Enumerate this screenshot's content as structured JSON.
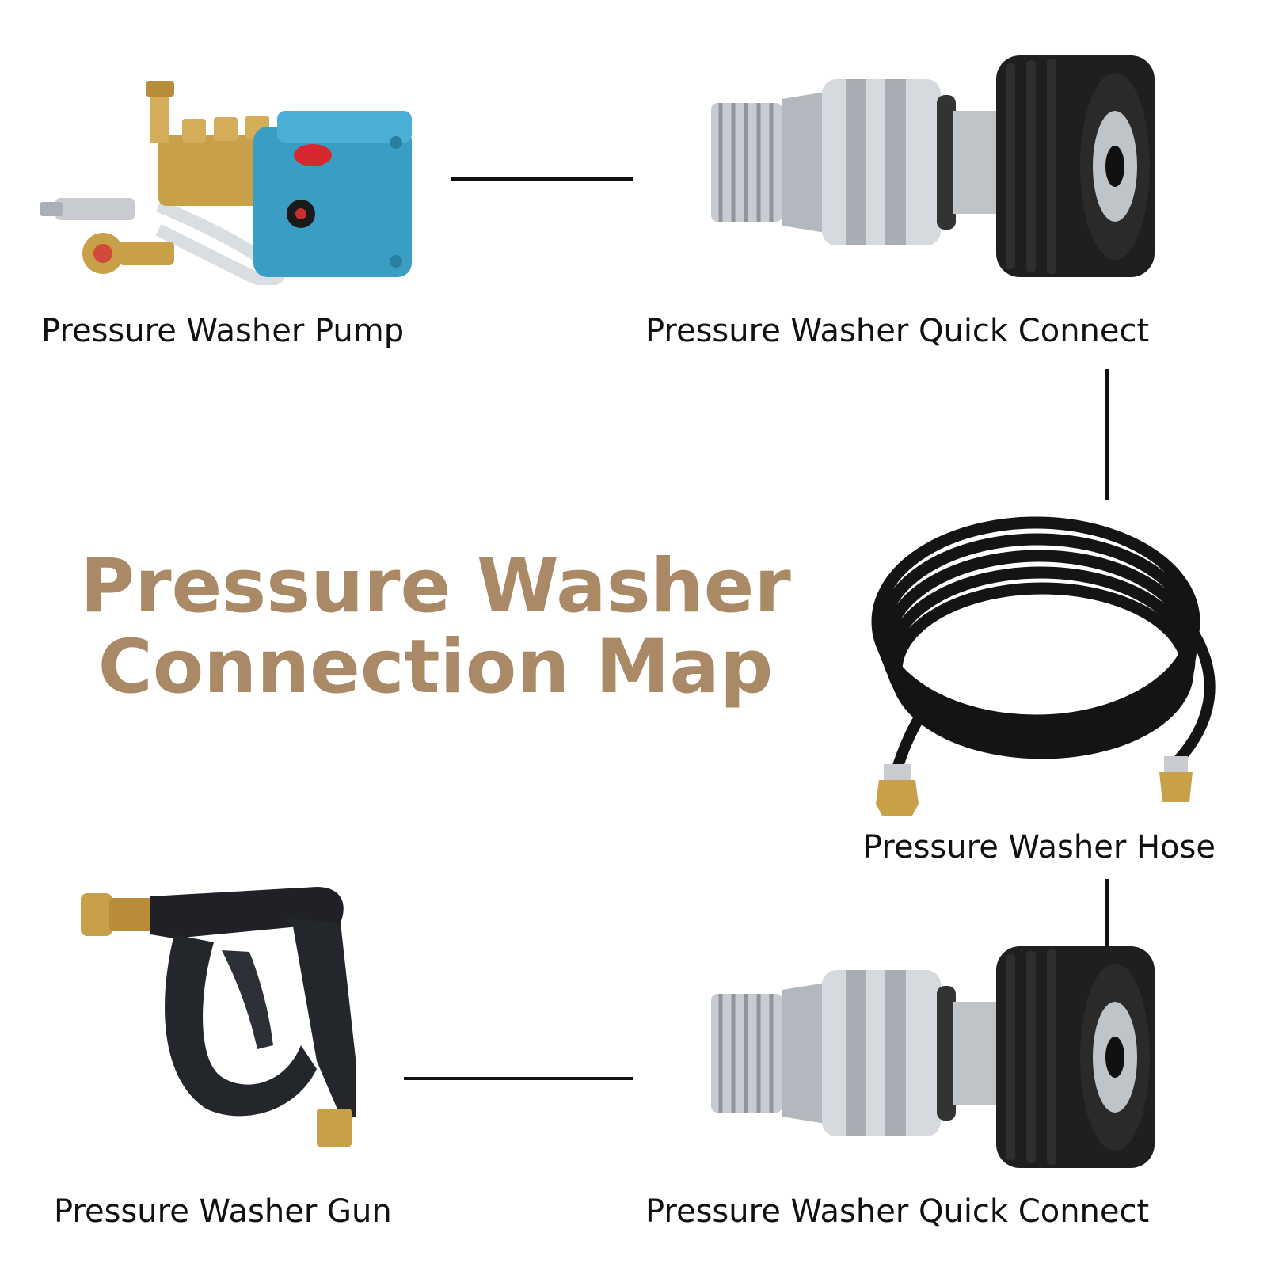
{
  "title": {
    "line1": "Pressure Washer",
    "line2": "Connection Map",
    "color": "#aa8a66"
  },
  "components": [
    {
      "id": "pump",
      "label": "Pressure Washer Pump",
      "icon": "pump-icon"
    },
    {
      "id": "quick-connect-top",
      "label": "Pressure Washer Quick Connect",
      "icon": "quick-connect-icon"
    },
    {
      "id": "hose",
      "label": "Pressure Washer Hose",
      "icon": "hose-icon"
    },
    {
      "id": "quick-connect-bottom",
      "label": "Pressure Washer Quick Connect",
      "icon": "quick-connect-icon"
    },
    {
      "id": "gun",
      "label": "Pressure Washer Gun",
      "icon": "spray-gun-icon"
    }
  ],
  "connections": [
    {
      "from": "pump",
      "to": "quick-connect-top"
    },
    {
      "from": "quick-connect-top",
      "to": "hose"
    },
    {
      "from": "hose",
      "to": "quick-connect-bottom"
    },
    {
      "from": "quick-connect-bottom",
      "to": "gun"
    }
  ],
  "colors": {
    "pump_body": "#3a9ec4",
    "brass": "#c9a04a",
    "steel": "#c8ccd0",
    "rubber": "#1c1c1c",
    "connector": "#111111"
  }
}
